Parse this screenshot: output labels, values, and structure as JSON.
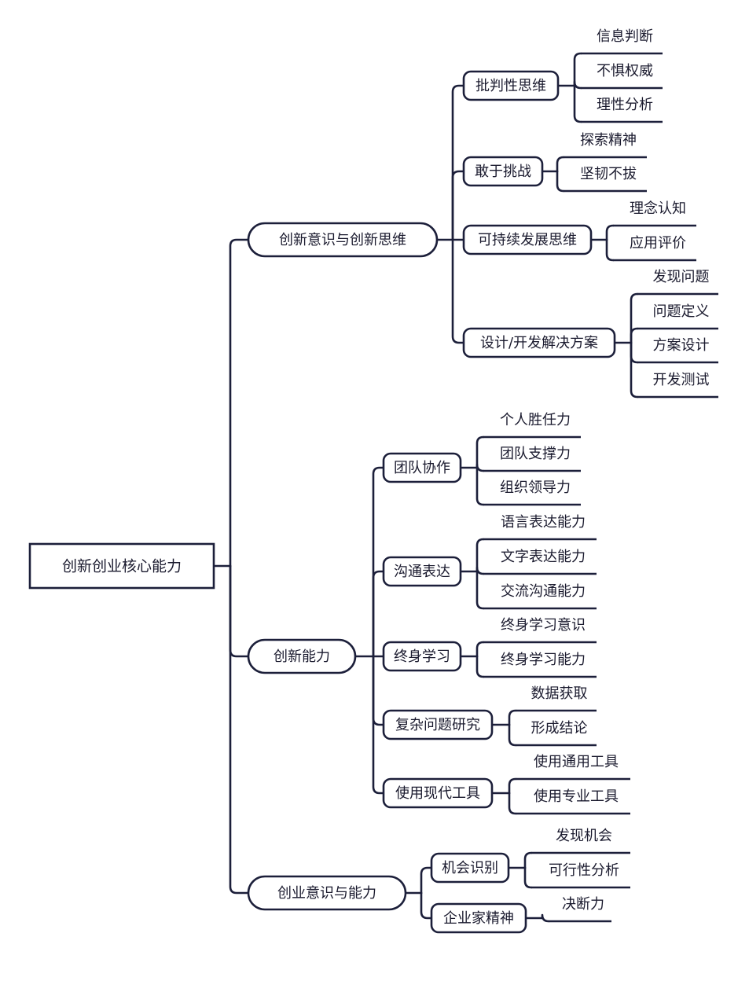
{
  "root": "创新创业核心能力",
  "branches": [
    {
      "label": "创新意识与创新思维",
      "children": [
        {
          "label": "批判性思维",
          "leaves": [
            "信息判断",
            "不惧权威",
            "理性分析"
          ]
        },
        {
          "label": "敢于挑战",
          "leaves": [
            "探索精神",
            "坚韧不拔"
          ]
        },
        {
          "label": "可持续发展思维",
          "leaves": [
            "理念认知",
            "应用评价"
          ]
        },
        {
          "label": "设计/开发解决方案",
          "leaves": [
            "发现问题",
            "问题定义",
            "方案设计",
            "开发测试"
          ]
        }
      ]
    },
    {
      "label": "创新能力",
      "children": [
        {
          "label": "团队协作",
          "leaves": [
            "个人胜任力",
            "团队支撑力",
            "组织领导力"
          ]
        },
        {
          "label": "沟通表达",
          "leaves": [
            "语言表达能力",
            "文字表达能力",
            "交流沟通能力"
          ]
        },
        {
          "label": "终身学习",
          "leaves": [
            "终身学习意识",
            "终身学习能力"
          ]
        },
        {
          "label": "复杂问题研究",
          "leaves": [
            "数据获取",
            "形成结论"
          ]
        },
        {
          "label": "使用现代工具",
          "leaves": [
            "使用通用工具",
            "使用专业工具"
          ]
        }
      ]
    },
    {
      "label": "创业意识与能力",
      "children": [
        {
          "label": "机会识别",
          "leaves": [
            "发现机会",
            "可行性分析"
          ]
        },
        {
          "label": "企业家精神",
          "leaves": [
            "决断力"
          ]
        }
      ]
    }
  ]
}
